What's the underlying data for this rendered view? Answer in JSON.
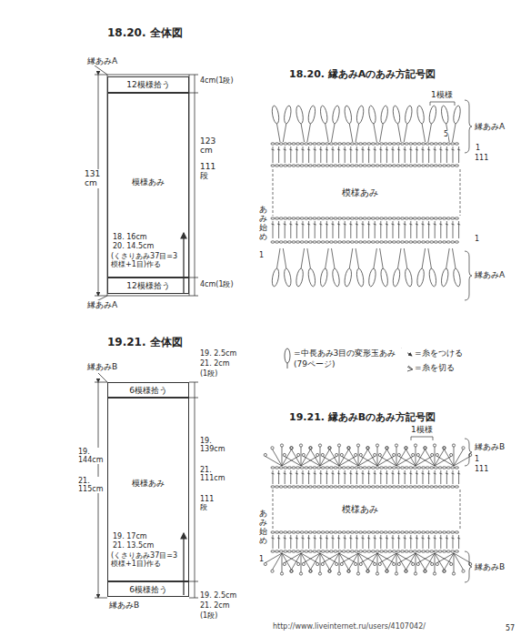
{
  "diagram": {
    "nodes": [
      {
        "text": [
          "12模様拾う"
        ]
      },
      {
        "text": [
          "模様あみ"
        ]
      },
      {
        "text": [
          "12模様拾う"
        ]
      },
      {
        "text": [
          "6模様拾う"
        ]
      },
      {
        "text": [
          "模様あみ"
        ]
      },
      {
        "text": [
          "6模様拾う"
        ]
      }
    ],
    "labels": [
      "縁あみA",
      "131 cm",
      "4cm(1段)",
      "123 cm",
      "111段",
      "18. 16cm",
      "20. 14.5cm",
      "(くさりあみ37目=3模様+1目)作る",
      "4cm(1段)",
      "縁あみA",
      "1模様",
      "縁あみA",
      "5",
      "1",
      "111",
      "模様あみ",
      "あみ始め",
      "1",
      "1",
      "縁あみA",
      "縁あみB",
      "19. 2.5cm",
      "21. 2cm",
      "(1段)",
      "19. 144cm",
      "21. 115cm",
      "19. 139cm",
      "21. 111cm",
      "111段",
      "19. 17cm",
      "21. 13.5cm",
      "(くさりあみ37目=3模様+1目)作る",
      "縁あみB",
      "19. 2.5cm",
      "21. 2cm",
      "(1段)",
      "1模様",
      "縁あみB",
      "1",
      "111",
      "模様あみ",
      "あみ始め",
      "1",
      "縁あみB",
      "http://www.liveinternet.ru/users/4107042/",
      "57",
      "18.20. 全体図",
      "18.20. 縁あみAのあみ方記号図",
      "19.21. 全体図",
      "19.21. 縁あみBのあみ方記号図"
    ],
    "legend": [
      {
        "text": "=中長あみ3目の変形玉あみ (79ページ)"
      },
      {
        "text": "=糸をつける"
      },
      {
        "text": "=糸を切る"
      }
    ]
  }
}
